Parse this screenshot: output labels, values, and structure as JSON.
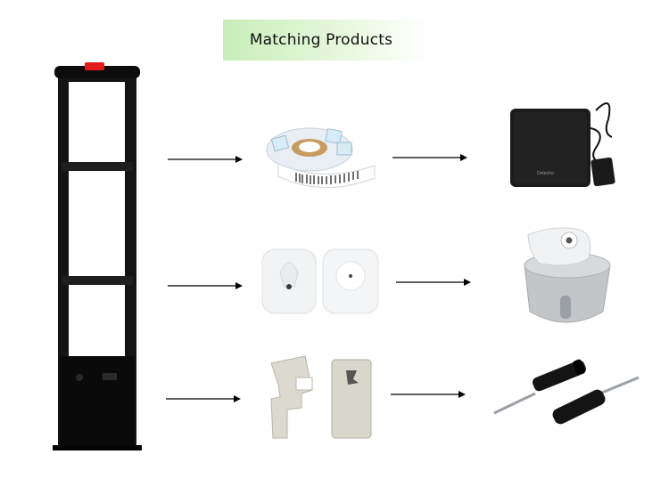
{
  "header": {
    "title": "Matching Products"
  },
  "products": [
    {
      "name": "security gate antenna"
    },
    {
      "name": "soft label roll",
      "maps_to": "label deactivator pad"
    },
    {
      "name": "hard tags",
      "maps_to": "magnetic detacher"
    },
    {
      "name": "bottle/clip tags",
      "maps_to": "detacher keys"
    }
  ],
  "deactivator": {
    "brand_text": "Detecho"
  }
}
